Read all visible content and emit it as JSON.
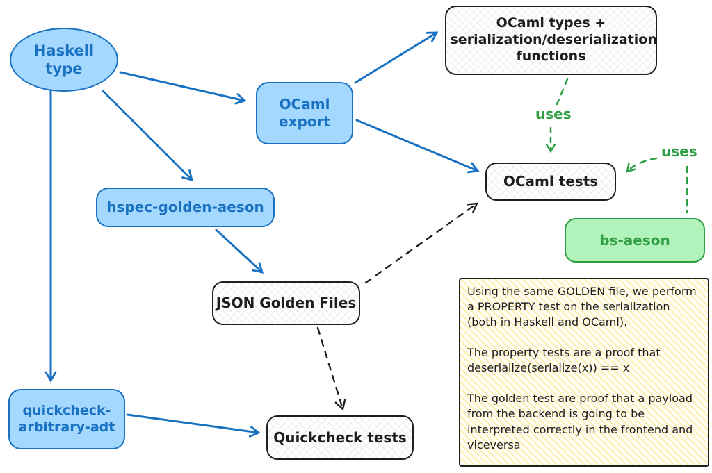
{
  "diagram": {
    "nodes": {
      "haskell_type": {
        "label": "Haskell type"
      },
      "ocaml_export": {
        "label": "OCaml export"
      },
      "ocaml_types": {
        "label": "OCaml types + serialization/deserialization functions"
      },
      "ocaml_tests": {
        "label": "OCaml tests"
      },
      "bs_aeson": {
        "label": "bs-aeson"
      },
      "hspec_golden_aeson": {
        "label": "hspec-golden-aeson"
      },
      "json_golden_files": {
        "label": "JSON Golden Files"
      },
      "quickcheck_arbitrary_adt": {
        "label": "quickcheck-arbitrary-adt"
      },
      "quickcheck_tests": {
        "label": "Quickcheck tests"
      }
    },
    "edge_labels": {
      "uses_top": "uses",
      "uses_right": "uses"
    },
    "note": {
      "paragraph_1": "Using the same GOLDEN file, we perform a PROPERTY test on the serialization (both in Haskell and OCaml).",
      "paragraph_2": "The property tests are a proof that deserialize(serialize(x)) == x",
      "paragraph_3": "The golden test are proof that a payload from the backend is going to be interpreted correctly in the frontend and viceversa"
    },
    "colors": {
      "blue_fill": "#a5d8ff",
      "blue_stroke": "#1971c2",
      "green_fill": "#b2f2bb",
      "green_stroke": "#2f9e44",
      "ink": "#1e1e1e",
      "note_stripe": "#ffe066"
    }
  }
}
